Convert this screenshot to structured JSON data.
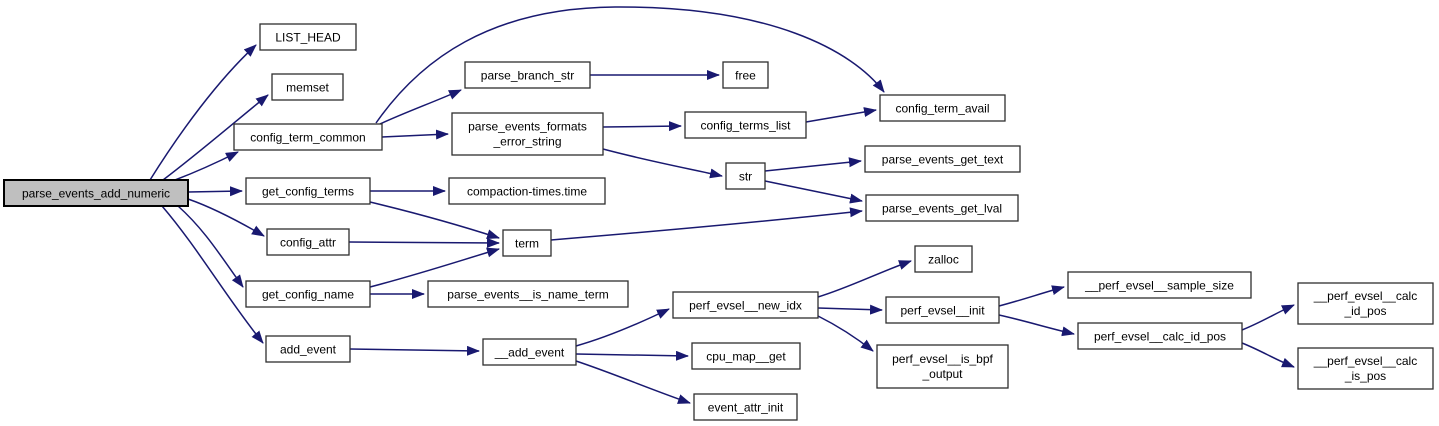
{
  "diagram": {
    "type": "call-graph",
    "colors": {
      "background": "#ffffff",
      "edge": "#191970",
      "node_fill": "#ffffff",
      "node_border": "#2e2e2e",
      "root_fill": "#bfbfbf",
      "root_border": "#000000",
      "text": "#000000"
    },
    "nodes": [
      {
        "id": "parse_events_add_numeric",
        "label": "parse_events_add_numeric",
        "lines": [
          "parse_events_add_numeric"
        ],
        "root": true
      },
      {
        "id": "LIST_HEAD",
        "label": "LIST_HEAD",
        "lines": [
          "LIST_HEAD"
        ],
        "root": false
      },
      {
        "id": "memset",
        "label": "memset",
        "lines": [
          "memset"
        ],
        "root": false
      },
      {
        "id": "config_term_common",
        "label": "config_term_common",
        "lines": [
          "config_term_common"
        ],
        "root": false
      },
      {
        "id": "get_config_terms",
        "label": "get_config_terms",
        "lines": [
          "get_config_terms"
        ],
        "root": false
      },
      {
        "id": "config_attr",
        "label": "config_attr",
        "lines": [
          "config_attr"
        ],
        "root": false
      },
      {
        "id": "get_config_name",
        "label": "get_config_name",
        "lines": [
          "get_config_name"
        ],
        "root": false
      },
      {
        "id": "add_event",
        "label": "add_event",
        "lines": [
          "add_event"
        ],
        "root": false
      },
      {
        "id": "parse_branch_str",
        "label": "parse_branch_str",
        "lines": [
          "parse_branch_str"
        ],
        "root": false
      },
      {
        "id": "parse_events_formats_error_string",
        "label": "parse_events_formats_error_string",
        "lines": [
          "parse_events_formats",
          "_error_string"
        ],
        "root": false
      },
      {
        "id": "__add_event",
        "label": "__add_event",
        "lines": [
          "__add_event"
        ],
        "root": false
      },
      {
        "id": "free",
        "label": "free",
        "lines": [
          "free"
        ],
        "root": false
      },
      {
        "id": "config_terms_list",
        "label": "config_terms_list",
        "lines": [
          "config_terms_list"
        ],
        "root": false
      },
      {
        "id": "str",
        "label": "str",
        "lines": [
          "str"
        ],
        "root": false
      },
      {
        "id": "term",
        "label": "term",
        "lines": [
          "term"
        ],
        "root": false
      },
      {
        "id": "compaction-times.time",
        "label": "compaction-times.time",
        "lines": [
          "compaction-times.time"
        ],
        "root": false
      },
      {
        "id": "parse_events__is_name_term",
        "label": "parse_events__is_name_term",
        "lines": [
          "parse_events__is_name_term"
        ],
        "root": false
      },
      {
        "id": "config_term_avail",
        "label": "config_term_avail",
        "lines": [
          "config_term_avail"
        ],
        "root": false
      },
      {
        "id": "parse_events_get_text",
        "label": "parse_events_get_text",
        "lines": [
          "parse_events_get_text"
        ],
        "root": false
      },
      {
        "id": "parse_events_get_lval",
        "label": "parse_events_get_lval",
        "lines": [
          "parse_events_get_lval"
        ],
        "root": false
      },
      {
        "id": "perf_evsel__new_idx",
        "label": "perf_evsel__new_idx",
        "lines": [
          "perf_evsel__new_idx"
        ],
        "root": false
      },
      {
        "id": "zalloc",
        "label": "zalloc",
        "lines": [
          "zalloc"
        ],
        "root": false
      },
      {
        "id": "perf_evsel__init",
        "label": "perf_evsel__init",
        "lines": [
          "perf_evsel__init"
        ],
        "root": false
      },
      {
        "id": "perf_evsel__is_bpf_output",
        "label": "perf_evsel__is_bpf_output",
        "lines": [
          "perf_evsel__is_bpf",
          "_output"
        ],
        "root": false
      },
      {
        "id": "cpu_map__get",
        "label": "cpu_map__get",
        "lines": [
          "cpu_map__get"
        ],
        "root": false
      },
      {
        "id": "event_attr_init",
        "label": "event_attr_init",
        "lines": [
          "event_attr_init"
        ],
        "root": false
      },
      {
        "id": "__perf_evsel__sample_size",
        "label": "__perf_evsel__sample_size",
        "lines": [
          "__perf_evsel__sample_size"
        ],
        "root": false
      },
      {
        "id": "perf_evsel__calc_id_pos",
        "label": "perf_evsel__calc_id_pos",
        "lines": [
          "perf_evsel__calc_id_pos"
        ],
        "root": false
      },
      {
        "id": "__perf_evsel__calc_id_pos",
        "label": "__perf_evsel__calc_id_pos",
        "lines": [
          "__perf_evsel__calc",
          "_id_pos"
        ],
        "root": false
      },
      {
        "id": "__perf_evsel__calc_is_pos",
        "label": "__perf_evsel__calc_is_pos",
        "lines": [
          "__perf_evsel__calc",
          "_is_pos"
        ],
        "root": false
      }
    ],
    "edges": [
      {
        "from": "parse_events_add_numeric",
        "to": "LIST_HEAD"
      },
      {
        "from": "parse_events_add_numeric",
        "to": "memset"
      },
      {
        "from": "parse_events_add_numeric",
        "to": "config_term_common"
      },
      {
        "from": "parse_events_add_numeric",
        "to": "get_config_terms"
      },
      {
        "from": "parse_events_add_numeric",
        "to": "config_attr"
      },
      {
        "from": "parse_events_add_numeric",
        "to": "get_config_name"
      },
      {
        "from": "parse_events_add_numeric",
        "to": "add_event"
      },
      {
        "from": "config_term_common",
        "to": "parse_branch_str"
      },
      {
        "from": "config_term_common",
        "to": "parse_events_formats_error_string"
      },
      {
        "from": "config_term_common",
        "to": "config_term_avail"
      },
      {
        "from": "parse_branch_str",
        "to": "free"
      },
      {
        "from": "parse_events_formats_error_string",
        "to": "config_terms_list"
      },
      {
        "from": "parse_events_formats_error_string",
        "to": "str"
      },
      {
        "from": "config_terms_list",
        "to": "config_term_avail"
      },
      {
        "from": "str",
        "to": "parse_events_get_text"
      },
      {
        "from": "str",
        "to": "parse_events_get_lval"
      },
      {
        "from": "get_config_terms",
        "to": "compaction-times.time"
      },
      {
        "from": "get_config_terms",
        "to": "term"
      },
      {
        "from": "config_attr",
        "to": "term"
      },
      {
        "from": "get_config_name",
        "to": "term"
      },
      {
        "from": "get_config_name",
        "to": "parse_events__is_name_term"
      },
      {
        "from": "term",
        "to": "parse_events_get_lval"
      },
      {
        "from": "add_event",
        "to": "__add_event"
      },
      {
        "from": "__add_event",
        "to": "perf_evsel__new_idx"
      },
      {
        "from": "__add_event",
        "to": "cpu_map__get"
      },
      {
        "from": "__add_event",
        "to": "event_attr_init"
      },
      {
        "from": "perf_evsel__new_idx",
        "to": "zalloc"
      },
      {
        "from": "perf_evsel__new_idx",
        "to": "perf_evsel__init"
      },
      {
        "from": "perf_evsel__new_idx",
        "to": "perf_evsel__is_bpf_output"
      },
      {
        "from": "perf_evsel__init",
        "to": "__perf_evsel__sample_size"
      },
      {
        "from": "perf_evsel__init",
        "to": "perf_evsel__calc_id_pos"
      },
      {
        "from": "perf_evsel__calc_id_pos",
        "to": "__perf_evsel__calc_id_pos"
      },
      {
        "from": "perf_evsel__calc_id_pos",
        "to": "__perf_evsel__calc_is_pos"
      }
    ]
  }
}
